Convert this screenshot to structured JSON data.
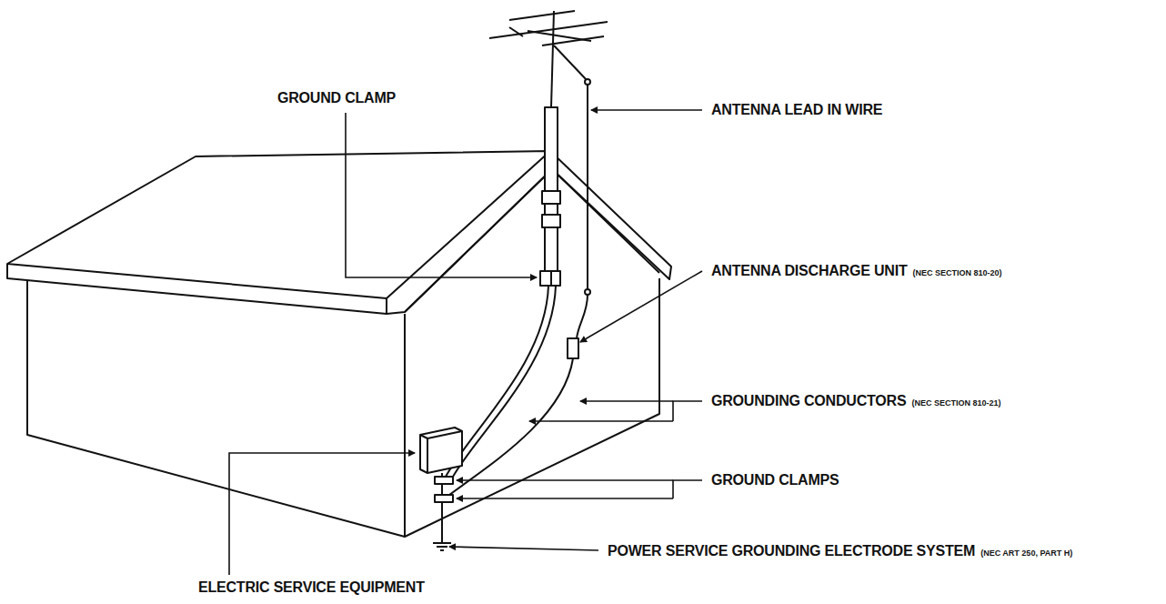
{
  "diagram": {
    "labels": [
      "GROUND CLAMP",
      "ANTENNA LEAD IN WIRE",
      "ANTENNA DISCHARGE UNIT",
      "(NEC SECTION 810-20)",
      "GROUNDING CONDUCTORS",
      "(NEC SECTION 810-21)",
      "GROUND CLAMPS",
      "POWER SERVICE GROUNDING ELECTRODE SYSTEM",
      "(NEC ART 250, PART H)",
      "ELECTRIC SERVICE EQUIPMENT"
    ]
  }
}
